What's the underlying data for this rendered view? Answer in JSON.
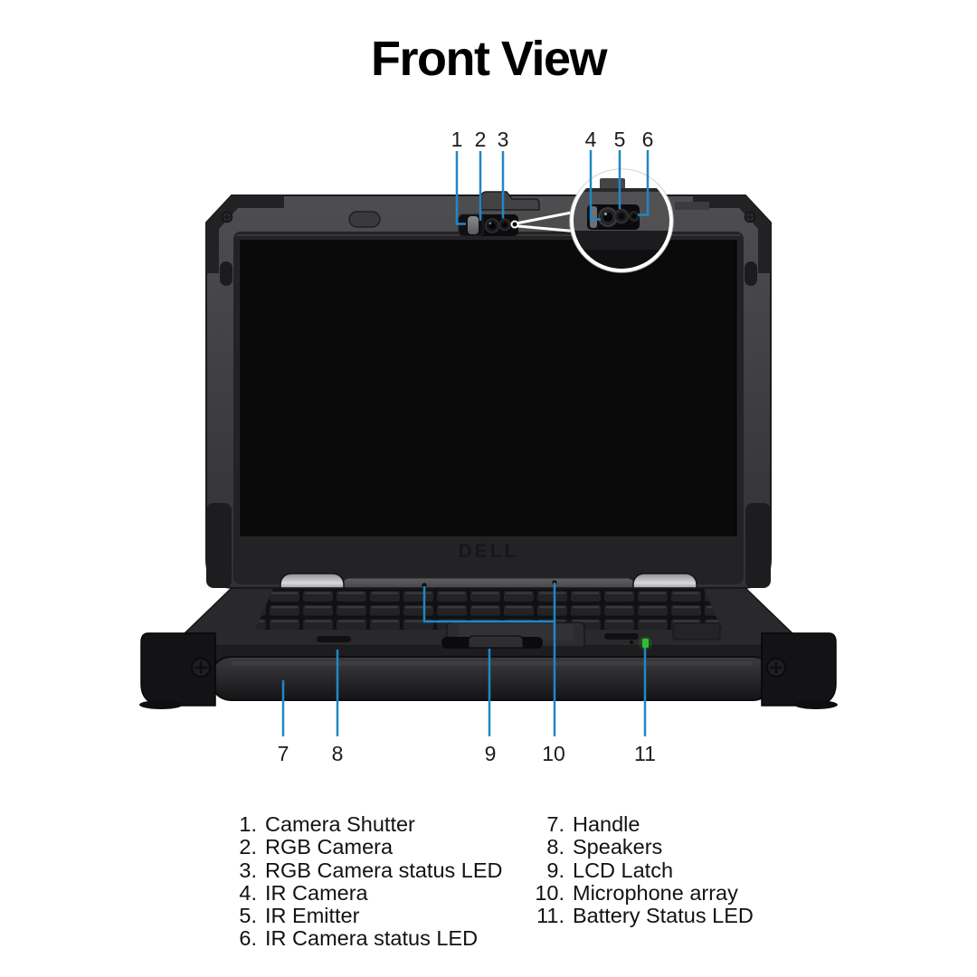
{
  "title": "Front View",
  "brand_logo": "DELL",
  "colors": {
    "callout_line": "#2087c6",
    "battery_led_green": "#2fbf2f",
    "magnifier_ring": "#ffffff"
  },
  "callouts": {
    "top": [
      "1",
      "2",
      "3",
      "4",
      "5",
      "6"
    ],
    "bottom": [
      "7",
      "8",
      "9",
      "10",
      "11"
    ]
  },
  "legend": {
    "left": [
      {
        "num": "1.",
        "label": "Camera Shutter"
      },
      {
        "num": "2.",
        "label": "RGB Camera"
      },
      {
        "num": "3.",
        "label": "RGB Camera status LED"
      },
      {
        "num": "4.",
        "label": "IR Camera"
      },
      {
        "num": "5.",
        "label": "IR Emitter"
      },
      {
        "num": "6.",
        "label": "IR Camera status LED"
      }
    ],
    "right": [
      {
        "num": "7.",
        "label": "Handle"
      },
      {
        "num": "8.",
        "label": "Speakers"
      },
      {
        "num": "9.",
        "label": "LCD Latch"
      },
      {
        "num": "10.",
        "label": "Microphone array"
      },
      {
        "num": "11.",
        "label": "Battery Status LED"
      }
    ]
  }
}
